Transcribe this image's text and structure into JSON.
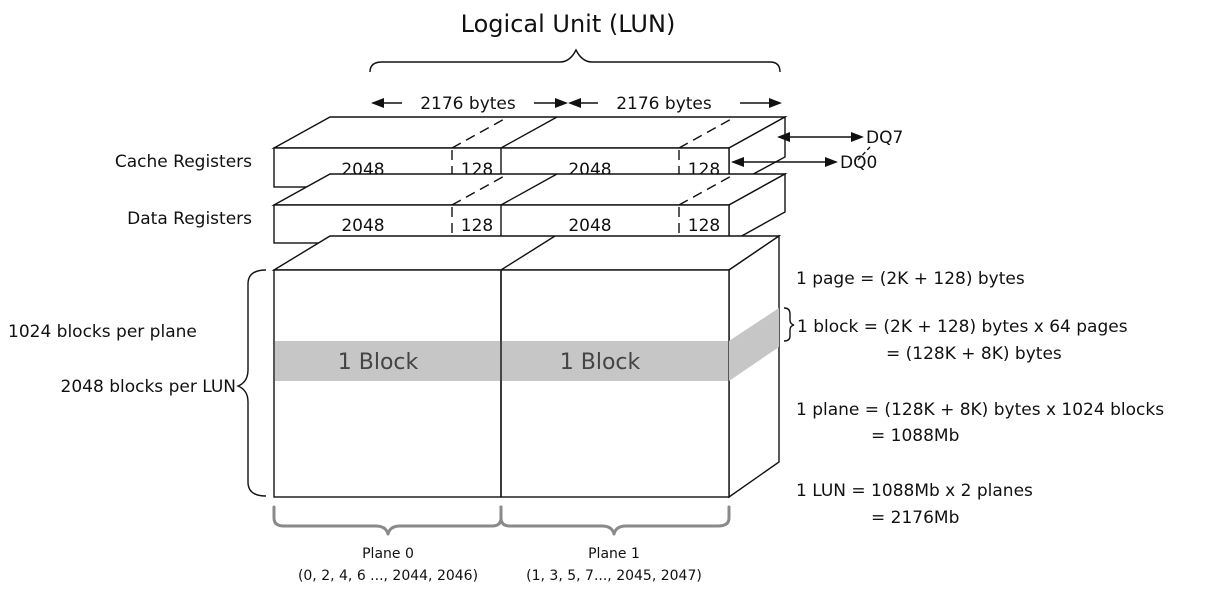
{
  "title": "Logical Unit (LUN)",
  "register_width": [
    "2176 bytes",
    "2176 bytes"
  ],
  "rows": {
    "cache": {
      "label": "Cache Registers",
      "cells": [
        "2048",
        "128",
        "2048",
        "128"
      ]
    },
    "data": {
      "label": "Data Registers",
      "cells": [
        "2048",
        "128",
        "2048",
        "128"
      ]
    }
  },
  "io": {
    "dq7": "DQ7",
    "dq0": "DQ0"
  },
  "left_labels": {
    "blocks_per_plane": "1024 blocks per plane",
    "blocks_per_lun": "2048 blocks per LUN"
  },
  "blocks": [
    "1 Block",
    "1 Block"
  ],
  "planes": [
    {
      "name": "Plane 0",
      "blocks": "(0, 2, 4, 6 ..., 2044, 2046)"
    },
    {
      "name": "Plane 1",
      "blocks": "(1, 3, 5, 7..., 2045, 2047)"
    }
  ],
  "equations": {
    "page": "1 page = (2K + 128) bytes",
    "block_1": "1 block = (2K + 128) bytes x 64 pages",
    "block_2": "= (128K + 8K) bytes",
    "plane_1": "1 plane = (128K + 8K) bytes x 1024 blocks",
    "plane_2": "=  1088Mb",
    "lun_1": "1 LUN  = 1088Mb x 2 planes",
    "lun_2": "=  2176Mb"
  }
}
